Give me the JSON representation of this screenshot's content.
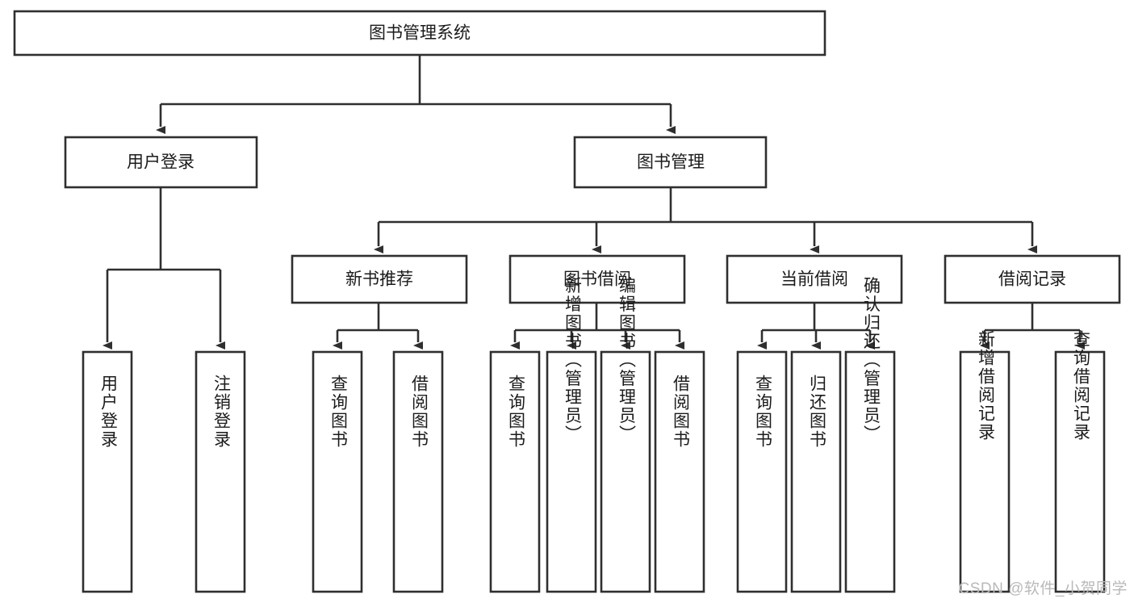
{
  "diagram": {
    "type": "tree-hierarchy",
    "orientation": "top-down",
    "colors": {
      "box_stroke": "#2f2f2f",
      "box_fill": "#ffffff",
      "connector": "#2f2f2f",
      "text": "#1b1b1b",
      "background": "#ffffff",
      "watermark": "#b9b9b9"
    },
    "root": {
      "id": "root",
      "label": "图书管理系统",
      "text_orientation": "horizontal"
    },
    "level2": [
      {
        "id": "user-login",
        "label": "用户登录",
        "text_orientation": "horizontal"
      },
      {
        "id": "book-manage",
        "label": "图书管理",
        "text_orientation": "horizontal"
      }
    ],
    "level3": [
      {
        "id": "new-book-recommend",
        "label": "新书推荐",
        "parent": "book-manage",
        "text_orientation": "horizontal"
      },
      {
        "id": "book-borrow",
        "label": "图书借阅",
        "parent": "book-manage",
        "text_orientation": "horizontal"
      },
      {
        "id": "current-borrow",
        "label": "当前借阅",
        "parent": "book-manage",
        "text_orientation": "horizontal"
      },
      {
        "id": "borrow-record",
        "label": "借阅记录",
        "parent": "book-manage",
        "text_orientation": "horizontal"
      }
    ],
    "leaves": [
      {
        "id": "leaf-user-login",
        "label": "用户登录",
        "parent": "user-login",
        "text_orientation": "vertical"
      },
      {
        "id": "leaf-logout",
        "label": "注销登录",
        "parent": "user-login",
        "text_orientation": "vertical"
      },
      {
        "id": "leaf-query-book-1",
        "label": "查询图书",
        "parent": "new-book-recommend",
        "text_orientation": "vertical"
      },
      {
        "id": "leaf-borrow-book-1",
        "label": "借阅图书",
        "parent": "new-book-recommend",
        "text_orientation": "vertical"
      },
      {
        "id": "leaf-query-book-2",
        "label": "查询图书",
        "parent": "book-borrow",
        "text_orientation": "vertical"
      },
      {
        "id": "leaf-add-book",
        "label": "新增图书（管理员）",
        "parent": "book-borrow",
        "text_orientation": "vertical"
      },
      {
        "id": "leaf-edit-book",
        "label": "编辑图书（管理员）",
        "parent": "book-borrow",
        "text_orientation": "vertical"
      },
      {
        "id": "leaf-borrow-book-2",
        "label": "借阅图书",
        "parent": "book-borrow",
        "text_orientation": "vertical"
      },
      {
        "id": "leaf-query-book-3",
        "label": "查询图书",
        "parent": "current-borrow",
        "text_orientation": "vertical"
      },
      {
        "id": "leaf-return-book",
        "label": "归还图书",
        "parent": "current-borrow",
        "text_orientation": "vertical"
      },
      {
        "id": "leaf-confirm-return",
        "label": "确认归还（管理员）",
        "parent": "current-borrow",
        "text_orientation": "vertical"
      },
      {
        "id": "leaf-add-record",
        "label": "新增借阅记录",
        "parent": "borrow-record",
        "text_orientation": "vertical"
      },
      {
        "id": "leaf-query-record",
        "label": "查询借阅记录",
        "parent": "borrow-record",
        "text_orientation": "vertical"
      }
    ]
  },
  "watermark": {
    "text": "CSDN @软件_小贺同学"
  }
}
